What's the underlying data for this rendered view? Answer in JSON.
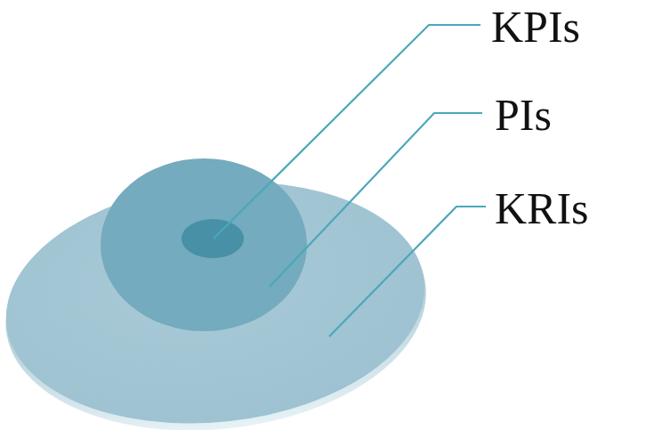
{
  "diagram": {
    "labels": [
      "KPIs",
      "PIs",
      "KRIs"
    ]
  }
}
